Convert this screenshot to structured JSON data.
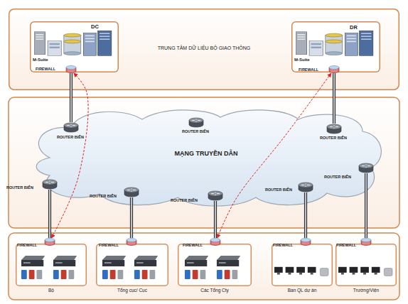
{
  "diagram": {
    "nodes": [
      {
        "text": [
          "TRUNG TÂM DỮ LIỆU BỘ GIAO THÔNG"
        ]
      },
      {
        "text": [
          "DC",
          "M-Suite"
        ],
        "in": 0
      },
      {
        "text": [
          "FIREWALL"
        ],
        "in": 1
      },
      {
        "text": [
          "DR",
          "M-Suite"
        ],
        "in": 0
      },
      {
        "text": [
          "FIREWALL"
        ],
        "in": 3
      },
      {
        "text": [
          "MẠNG TRUYỀN DẪN"
        ]
      },
      {
        "text": [
          "ROUTER BIÊN"
        ]
      },
      {
        "text": [
          "ROUTER BIÊN"
        ]
      },
      {
        "text": [
          "ROUTER BIÊN"
        ]
      },
      {
        "text": [
          "ROUTER BIÊN"
        ]
      },
      {
        "text": [
          "ROUTER BIÊN"
        ]
      },
      {
        "text": [
          "ROUTER BIÊN"
        ]
      },
      {
        "text": [
          "ROUTER BIÊN"
        ]
      },
      {
        "text": [
          "ROUTER BIÊN"
        ]
      },
      {
        "text": [
          "Bộ"
        ]
      },
      {
        "text": [
          "FIREWALL"
        ],
        "in": 14
      },
      {
        "text": [
          "Tổng cục/ Cục"
        ]
      },
      {
        "text": [
          "FIREWALL"
        ],
        "in": 16
      },
      {
        "text": [
          "Các Tổng Cty"
        ]
      },
      {
        "text": [
          "FIREWALL"
        ],
        "in": 18
      },
      {
        "text": [
          "Ban QL dự án"
        ]
      },
      {
        "text": [
          "FIREWALL"
        ],
        "in": 20
      },
      {
        "text": [
          "Trường/Viện"
        ]
      },
      {
        "text": [
          "FIREWALL"
        ],
        "in": 22
      }
    ],
    "edges": [
      {
        "from": 2,
        "to": 6,
        "arrow": "none"
      },
      {
        "from": 4,
        "to": 8,
        "arrow": "none"
      },
      {
        "from": 9,
        "to": 15,
        "arrow": "none"
      },
      {
        "from": 10,
        "to": 17,
        "arrow": "none"
      },
      {
        "from": 11,
        "to": 19,
        "arrow": "none"
      },
      {
        "from": 12,
        "to": 21,
        "arrow": "none"
      },
      {
        "from": 13,
        "to": 23,
        "arrow": "none"
      },
      {
        "from": 15,
        "to": 2,
        "arrow": "both"
      },
      {
        "from": 19,
        "to": 4,
        "arrow": "both"
      }
    ]
  }
}
